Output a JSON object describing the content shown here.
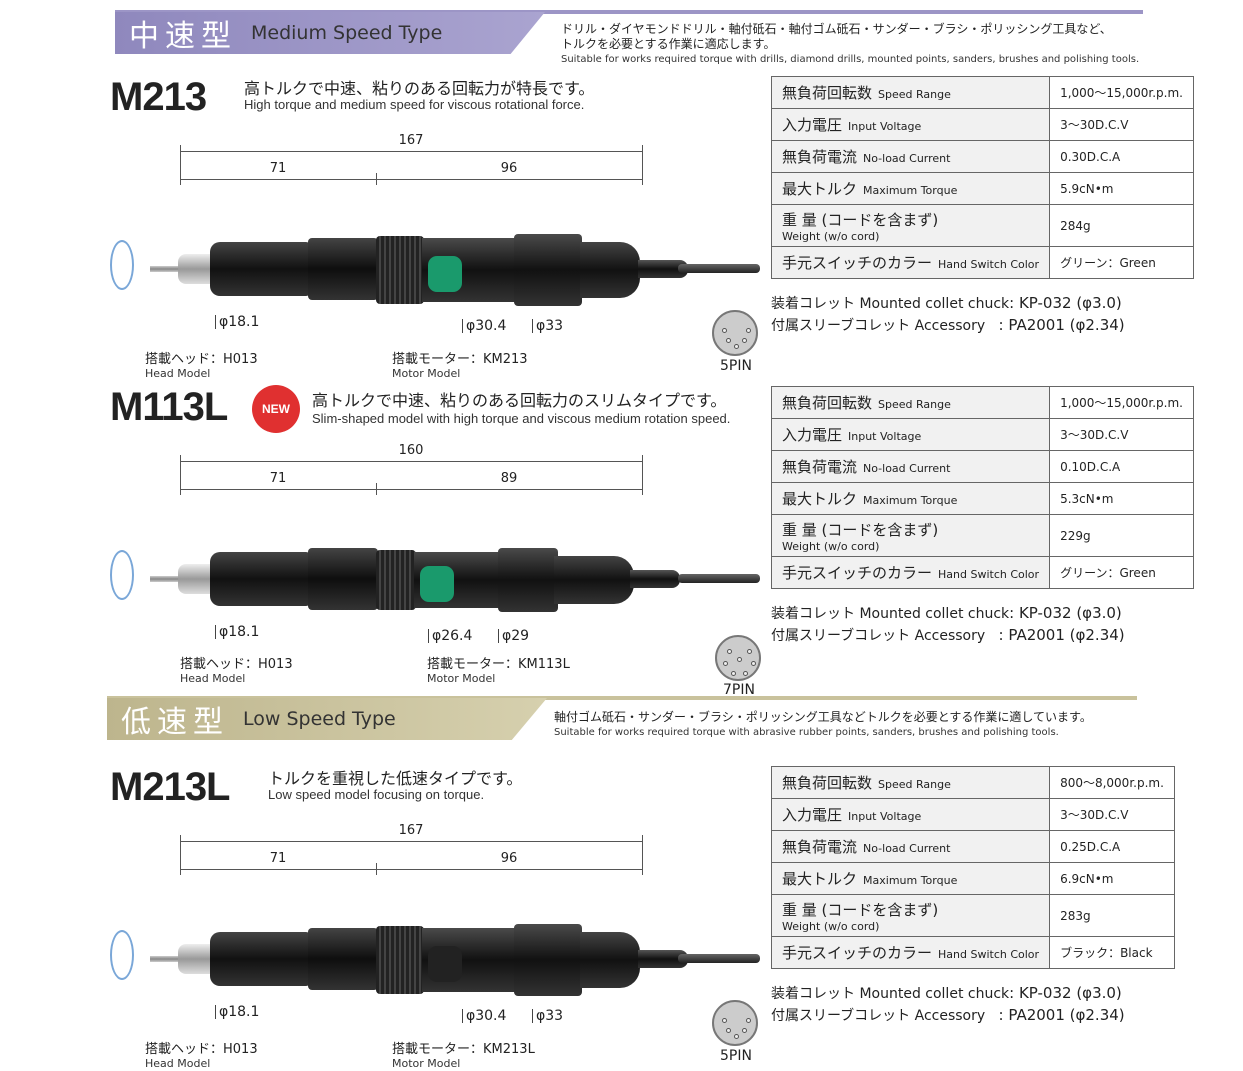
{
  "medium_header": {
    "title_jp": "中速型",
    "title_en": "Medium Speed Type",
    "desc_jp_1": "ドリル・ダイヤモンドドリル・軸付砥石・軸付ゴム砥石・サンダー・ブラシ・ポリッシング工具など、",
    "desc_jp_2": "トルクを必要とする作業に適応します。",
    "desc_en": "Suitable for works required torque with drills, diamond drills, mounted points, sanders, brushes and polishing tools.",
    "color": "#9c95c6"
  },
  "low_header": {
    "title_jp": "低速型",
    "title_en": "Low Speed Type",
    "desc_jp": "軸付ゴム砥石・サンダー・ブラシ・ポリッシング工具などトルクを必要とする作業に適しています。",
    "desc_en": "Suitable for works required torque with abrasive rubber points, sanders, brushes and polishing tools.",
    "color": "#c9c29c"
  },
  "spec_labels": [
    {
      "jp": "無負荷回転数",
      "en": "Speed Range"
    },
    {
      "jp": "入力電圧",
      "en": "Input Voltage"
    },
    {
      "jp": "無負荷電流",
      "en": "No-load Current"
    },
    {
      "jp": "最大トルク",
      "en": "Maximum Torque"
    },
    {
      "jp": "重 量 (コードを含まず)",
      "en": "Weight (w/o cord)"
    },
    {
      "jp": "手元スイッチのカラー",
      "en": "Hand Switch Color"
    }
  ],
  "labels": {
    "collet_jp": "装着コレット",
    "collet_en": "Mounted collet chuck",
    "acc_jp": "付属スリーブコレット",
    "acc_en": "Accessory",
    "head_jp": "搭載ヘッド：",
    "head_en": "Head Model",
    "motor_jp": "搭載モーター：",
    "motor_en": "Motor Model",
    "new_badge": "NEW"
  },
  "products": [
    {
      "model": "M213",
      "desc_jp": "高トルクで中速、粘りのある回転力が特長です。",
      "desc_en": "High torque and medium speed for viscous rotational force.",
      "new": false,
      "total": "167",
      "head_len": "71",
      "motor_len": "96",
      "d_head": "φ18.1",
      "d_motor": "φ30.4",
      "d_rear": "φ33",
      "head_model": "H013",
      "motor_model": "KM213",
      "pin": "5PIN",
      "switch_color": "#1a9a6c",
      "specs": [
        "1,000〜15,000r.p.m.",
        "3〜30D.C.V",
        "0.30D.C.A",
        "5.9cN•m",
        "284g",
        "グリーン：Green"
      ],
      "collet": ": KP-032 (φ3.0)",
      "accessory": ": PA2001 (φ2.34)"
    },
    {
      "model": "M113L",
      "desc_jp": "高トルクで中速、粘りのある回転力のスリムタイプです。",
      "desc_en": "Slim-shaped model with high torque and viscous medium rotation speed.",
      "new": true,
      "total": "160",
      "head_len": "71",
      "motor_len": "89",
      "d_head": "φ18.1",
      "d_motor": "φ26.4",
      "d_rear": "φ29",
      "head_model": "H013",
      "motor_model": "KM113L",
      "pin": "7PIN",
      "switch_color": "#1a9a6c",
      "specs": [
        "1,000〜15,000r.p.m.",
        "3〜30D.C.V",
        "0.10D.C.A",
        "5.3cN•m",
        "229g",
        "グリーン：Green"
      ],
      "collet": ": KP-032 (φ3.0)",
      "accessory": ": PA2001 (φ2.34)"
    },
    {
      "model": "M213L",
      "desc_jp": "トルクを重視した低速タイプです。",
      "desc_en": "Low speed model focusing on torque.",
      "new": false,
      "total": "167",
      "head_len": "71",
      "motor_len": "96",
      "d_head": "φ18.1",
      "d_motor": "φ30.4",
      "d_rear": "φ33",
      "head_model": "H013",
      "motor_model": "KM213L",
      "pin": "5PIN",
      "switch_color": "#222222",
      "specs": [
        "800〜8,000r.p.m.",
        "3〜30D.C.V",
        "0.25D.C.A",
        "6.9cN•m",
        "283g",
        "ブラック：Black"
      ],
      "collet": ": KP-032 (φ3.0)",
      "accessory": ": PA2001 (φ2.34)"
    }
  ]
}
